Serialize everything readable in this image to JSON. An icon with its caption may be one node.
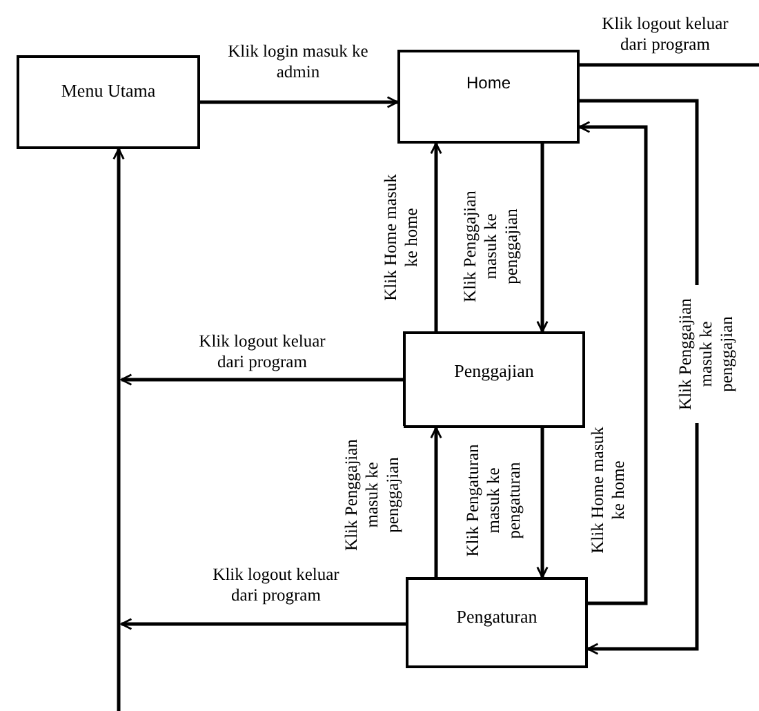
{
  "diagram": {
    "nodes": [
      {
        "text": [
          "Menu Utama"
        ]
      },
      {
        "text": [
          "Home"
        ]
      },
      {
        "text": [
          "Penggajian"
        ]
      },
      {
        "text": [
          "Pengaturan"
        ]
      }
    ],
    "edges": [
      {
        "from": 0,
        "to": 1,
        "arrow": "to",
        "label": "Klik login masuk ke admin"
      },
      {
        "from": 1,
        "to": null,
        "arrow": "none",
        "label": "Klik logout keluar dari program"
      },
      {
        "from": 2,
        "to": 1,
        "arrow": "to",
        "label": "Klik Home masuk ke home"
      },
      {
        "from": 1,
        "to": 2,
        "arrow": "to",
        "label": "Klik Penggajian masuk ke penggajian"
      },
      {
        "from": 2,
        "to": null,
        "arrow": "to",
        "label": "Klik logout keluar dari program"
      },
      {
        "from": 3,
        "to": 2,
        "arrow": "to",
        "label": "Klik Penggajian masuk ke penggajian"
      },
      {
        "from": 2,
        "to": 3,
        "arrow": "to",
        "label": "Klik Pengaturan masuk ke pengaturan"
      },
      {
        "from": 3,
        "to": 1,
        "arrow": "to",
        "label": "Klik Home masuk ke home"
      },
      {
        "from": 1,
        "to": 3,
        "arrow": "to",
        "label": "Klik Penggajian masuk ke penggajian"
      },
      {
        "from": 3,
        "to": null,
        "arrow": "to",
        "label": "Klik logout keluar dari program"
      },
      {
        "from": null,
        "to": 0,
        "arrow": "to"
      }
    ]
  }
}
